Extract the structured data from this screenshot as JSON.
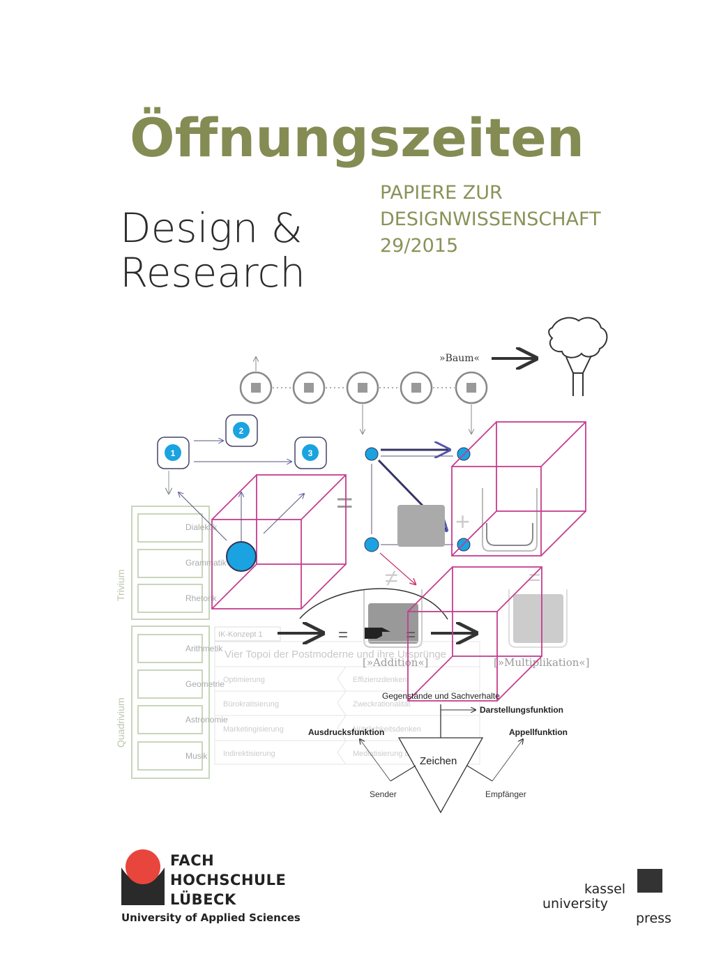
{
  "cover": {
    "title": "Öffnungszeiten",
    "subtitle_line1": "Design &",
    "subtitle_line2": "Research",
    "series_line1": "PAPIERE ZUR",
    "series_line2": "DESIGNWISSENSCHAFT",
    "series_line3": "29/2015",
    "title_color": "#848c54"
  },
  "diagram": {
    "baum_label": "»Baum«",
    "badges": [
      "1",
      "2",
      "3"
    ],
    "trivium_label": "Trivium",
    "quadrivium_label": "Quadrivium",
    "trivium_items": [
      "Dialektik",
      "Grammatik",
      "Rhetorik"
    ],
    "quadrivium_items": [
      "Arithmetik",
      "Geometrie",
      "Astronomie",
      "Musik"
    ],
    "ik_konzept": "IK-Konzept 1",
    "equals": "=",
    "plus": "+",
    "not_equal": "≠",
    "addition": "[»Addition«]",
    "multiplikation": "[»Multiplikation«]",
    "topoi_title": "Vier Topoi der Postmoderne und ihre Ursprünge",
    "topoi_left": [
      "Optimierung",
      "Bürokratisierung",
      "Marketingisierung",
      "Indirektisierung"
    ],
    "topoi_right": [
      "Effizienzdenken",
      "Zweckrationalität",
      "Nützlichkeitsdenken",
      "Mediatisierung durch Technik"
    ],
    "organon_objects": "Gegenstände und Sachverhalte",
    "darstellung": "Darstellungsfunktion",
    "ausdruck": "Ausdrucksfunktion",
    "appell": "Appellfunktion",
    "zeichen": "Zeichen",
    "sender": "Sender",
    "empfaenger": "Empfänger"
  },
  "logos": {
    "fh_line1": "FACH",
    "fh_line2": "HOCHSCHULE",
    "fh_line3": "LÜBECK",
    "fh_sub": "University of Applied Sciences",
    "kup_line1": "kassel",
    "kup_line2": "university",
    "kup_line3": "press"
  }
}
